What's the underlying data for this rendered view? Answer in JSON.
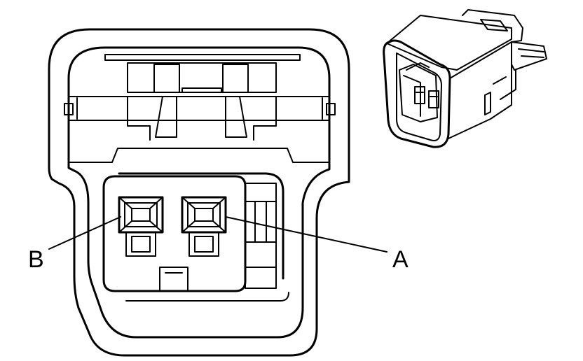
{
  "diagram": {
    "callouts": [
      {
        "id": "B",
        "label": "B",
        "terminal": "cavity-left"
      },
      {
        "id": "A",
        "label": "A",
        "terminal": "cavity-right"
      }
    ]
  },
  "colors": {
    "line": "#000000",
    "background": "#ffffff"
  }
}
